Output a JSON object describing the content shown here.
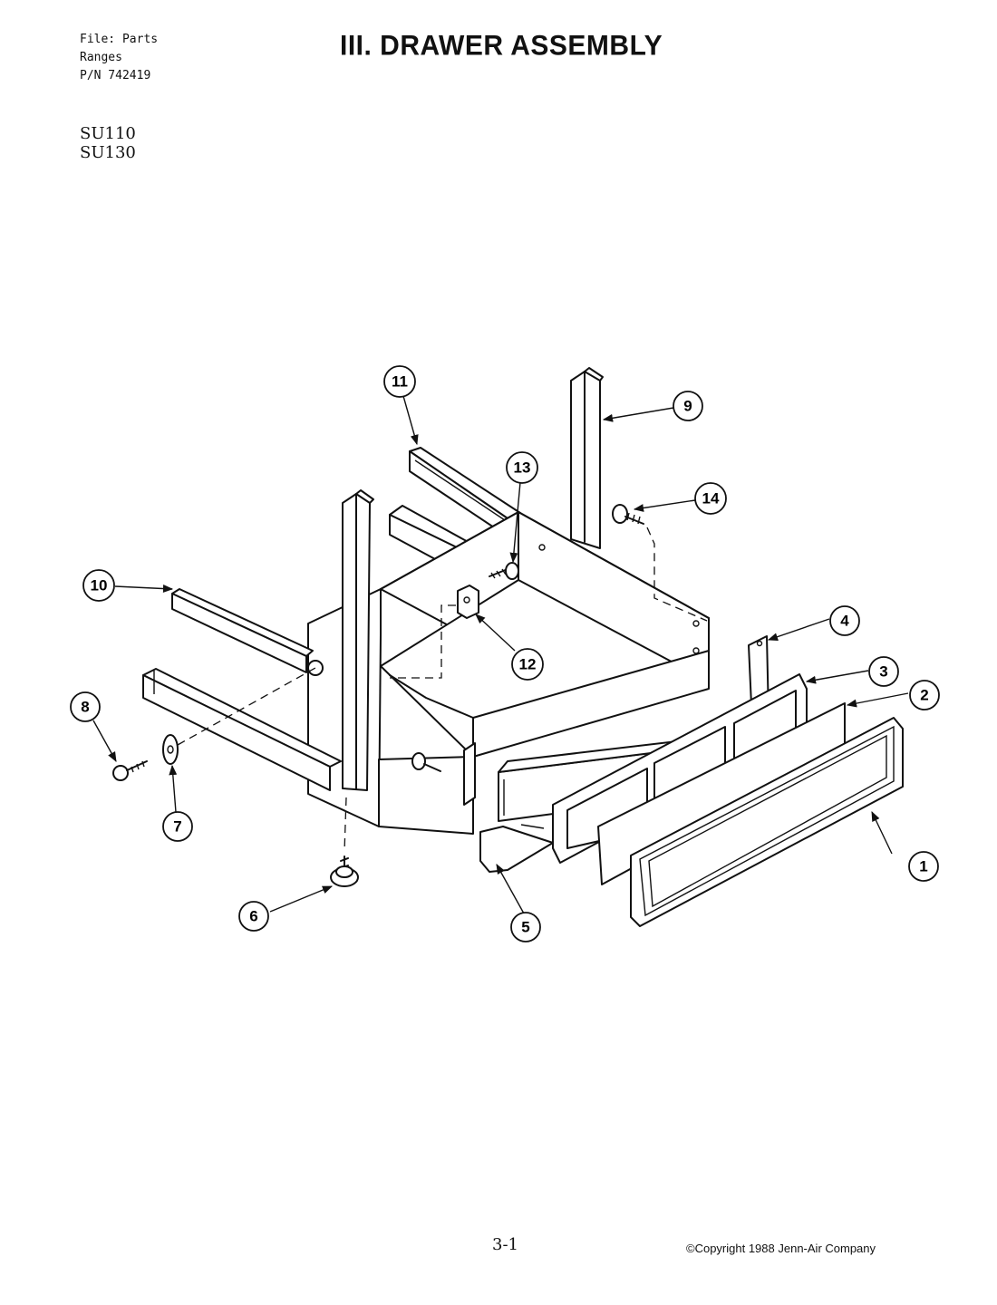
{
  "header": {
    "file_line": "File: Parts",
    "category_line": "Ranges",
    "part_number_line": "P/N 742419",
    "models": [
      "SU110",
      "SU130"
    ]
  },
  "title": "III. DRAWER ASSEMBLY",
  "callouts": [
    "1",
    "2",
    "3",
    "4",
    "5",
    "6",
    "7",
    "8",
    "9",
    "10",
    "11",
    "12",
    "13",
    "14"
  ],
  "footer": {
    "page_number": "3-1",
    "copyright": "©Copyright 1988 Jenn-Air Company"
  }
}
